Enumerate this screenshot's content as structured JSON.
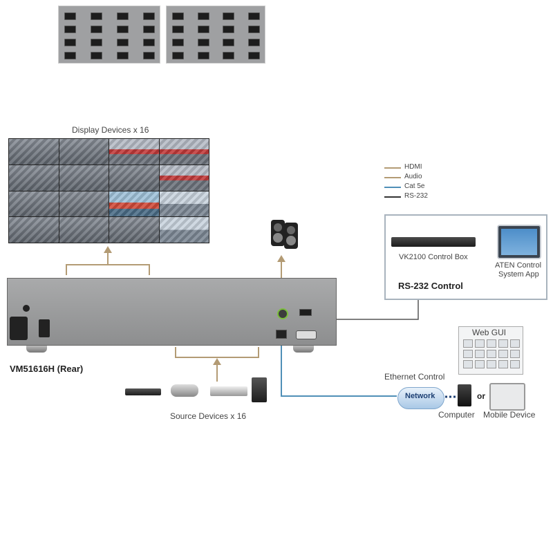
{
  "labels": {
    "display_devices": "Display Devices x 16",
    "source_devices": "Source Devices x 16",
    "model": "VM51616H (Rear)",
    "vk2100": "VK2100 Control Box",
    "aten_app_line1": "ATEN Control",
    "aten_app_line2": "System App",
    "rs232_control": "RS-232 Control",
    "ethernet_control": "Ethernet Control",
    "network": "Network",
    "web_gui": "Web GUI",
    "computer": "Computer",
    "or": "or",
    "mobile_device": "Mobile Device"
  },
  "legend": [
    {
      "label": "HDMI",
      "color": "#b39b74"
    },
    {
      "label": "Audio",
      "color": "#b39b74"
    },
    {
      "label": "Cat 5e",
      "color": "#4f8fb7"
    },
    {
      "label": "RS-232",
      "color": "#333333"
    }
  ],
  "colors": {
    "hdmi_line": "#b39b74",
    "cat5e_line": "#4f8fb7",
    "rs232_line": "#555555"
  },
  "wall_tiles": [
    "road",
    "road",
    "train",
    "train",
    "road",
    "road",
    "road",
    "train",
    "road",
    "road",
    "port",
    "city",
    "road",
    "road",
    "road",
    "city"
  ]
}
